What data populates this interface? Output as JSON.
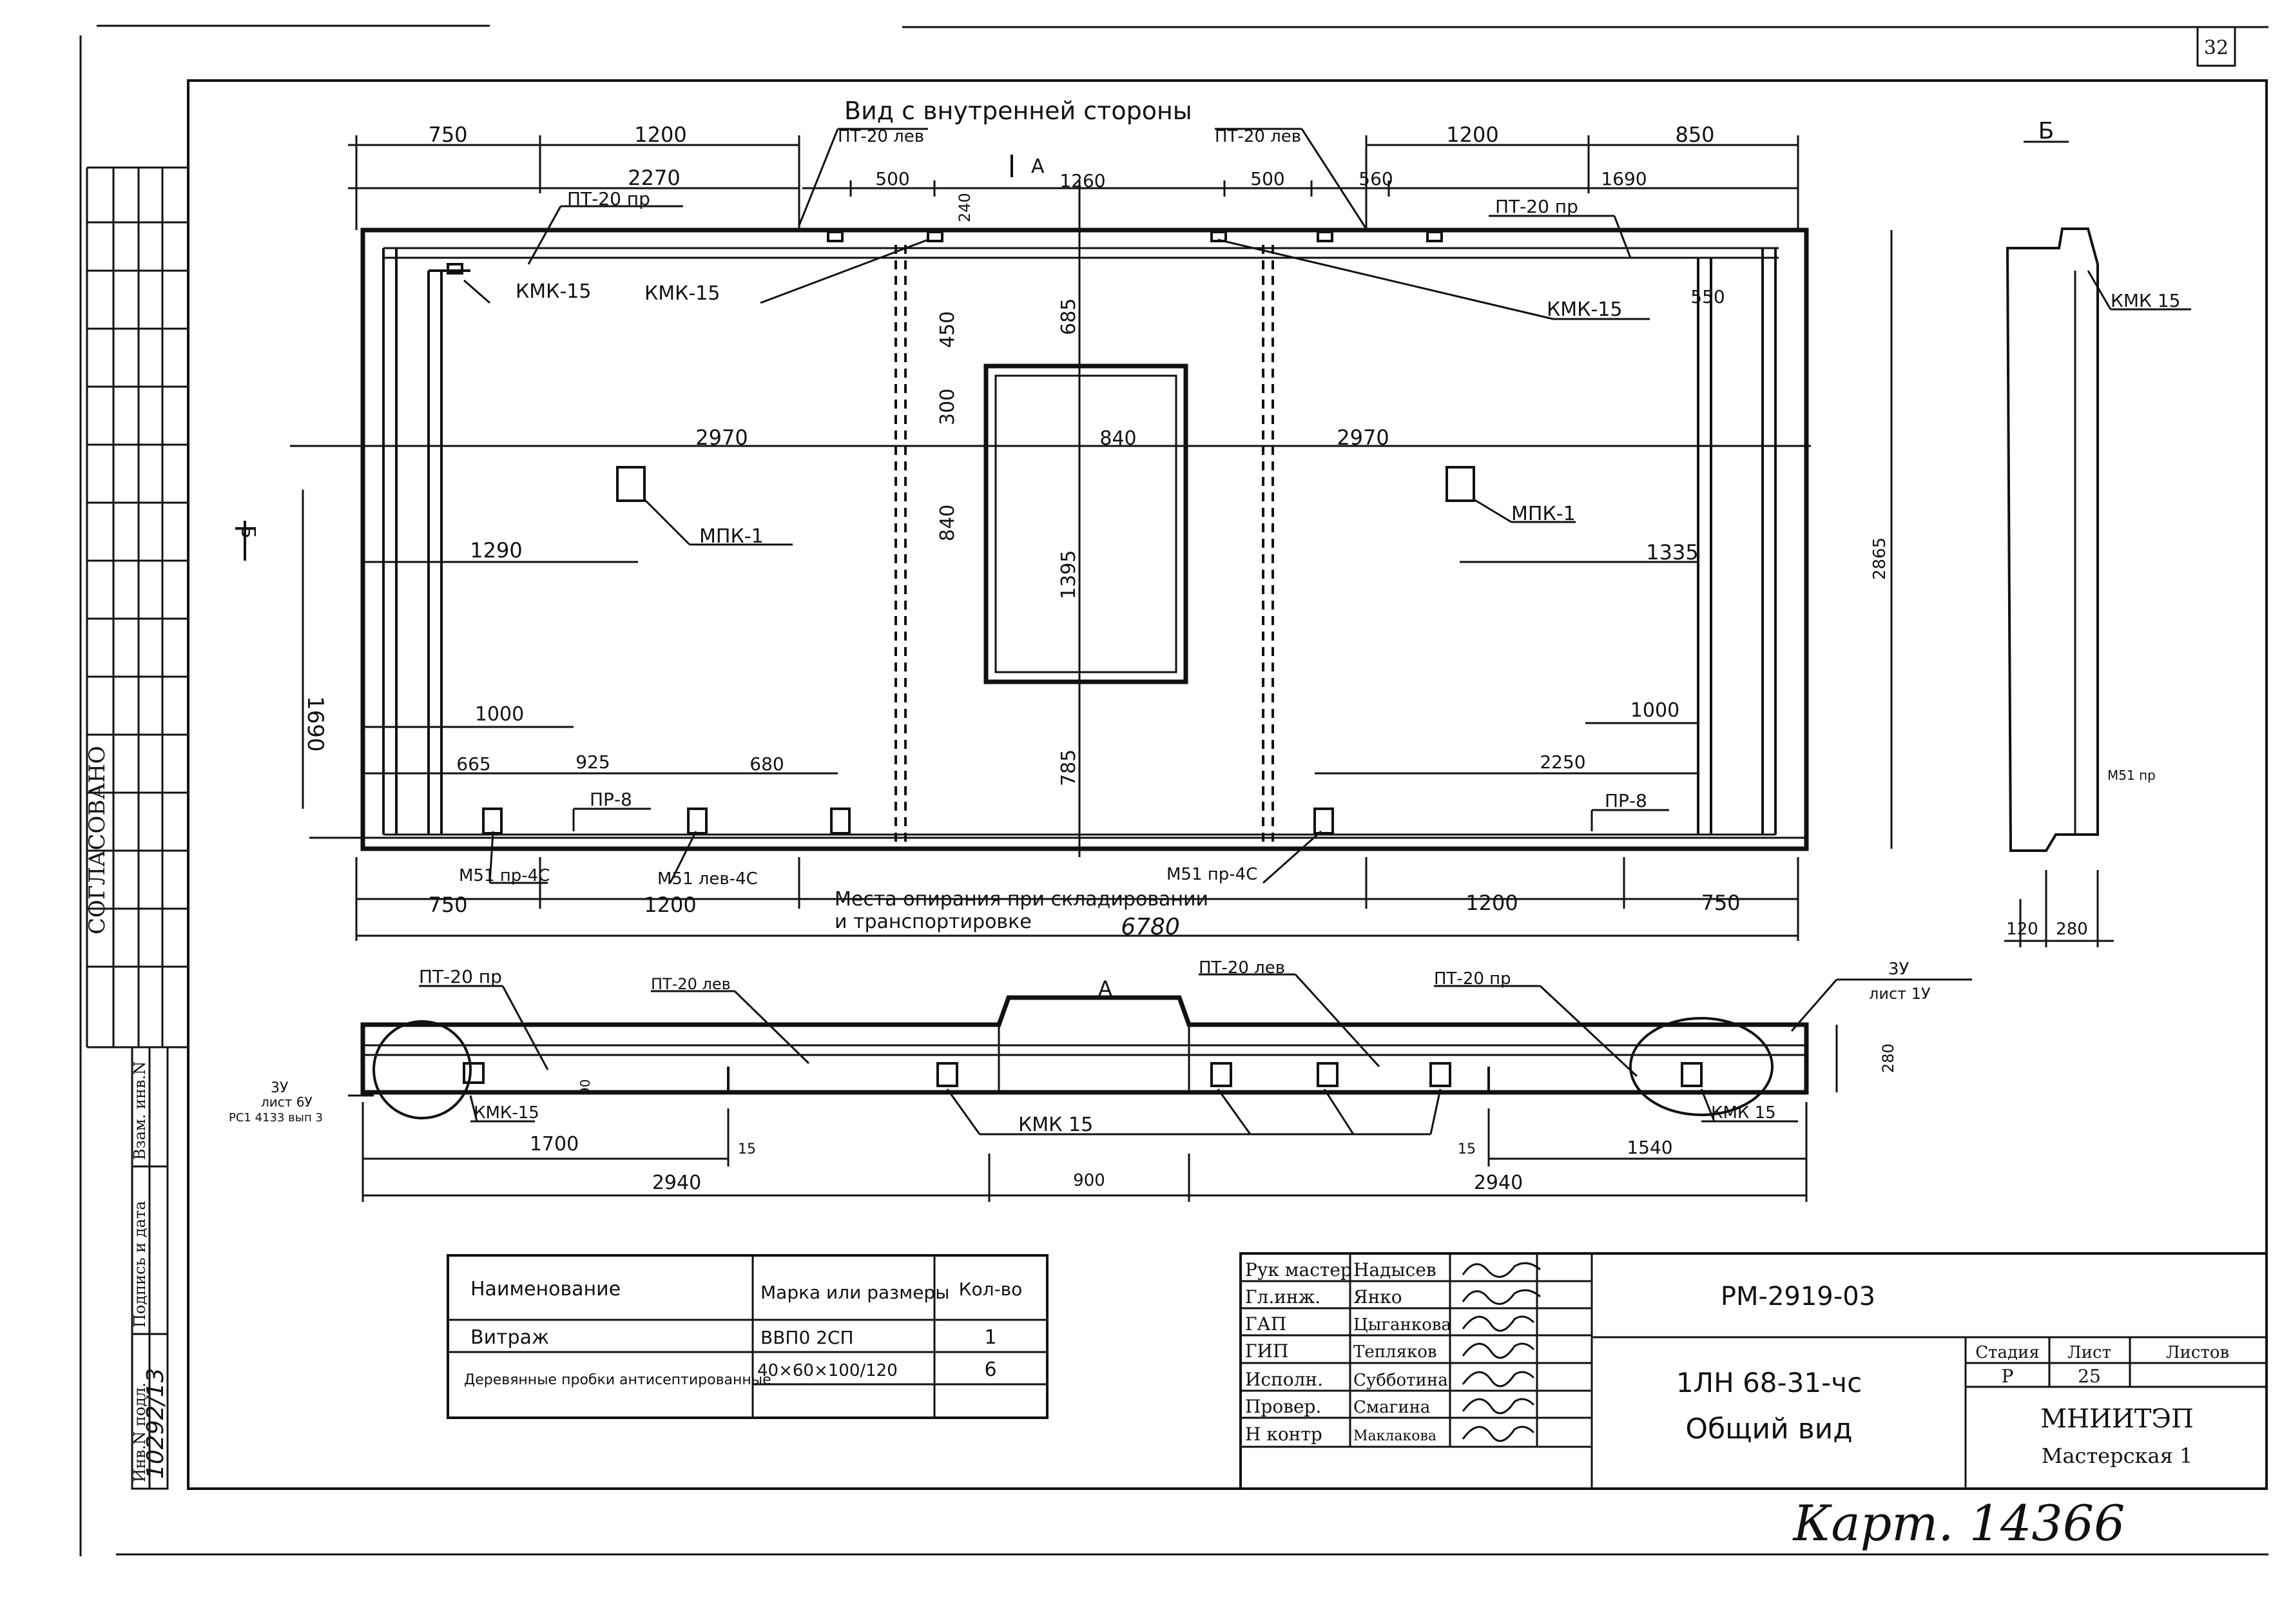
{
  "sheet": {
    "corner_number": "32",
    "agreed_label": "СОГЛАСОВАНО",
    "stamp_labels": [
      "Инв.N подл.",
      "Подпись и дата",
      "Взам. инв.N"
    ],
    "inv_number": "10292/13",
    "archive_number": "Карт. 14366"
  },
  "main_view": {
    "title": "Вид с внутренней стороны",
    "callouts": [
      "ПТ-20 лев",
      "ПТ-20 лев",
      "ПТ-20 пр",
      "ПТ-20 пр",
      "КМК-15",
      "КМК-15",
      "КМК-15",
      "МПК-1",
      "МПК-1",
      "ПР-8",
      "ПР-8",
      "М51 пр-4С",
      "М51 лев-4С",
      "М51 пр-4С"
    ],
    "support_note_1": "Места опирания при складировании",
    "support_note_2": "и транспортировке",
    "dims": [
      "750",
      "1200",
      "1200",
      "850",
      "2270",
      "500",
      "1260",
      "500",
      "560",
      "1690",
      "240",
      "450",
      "685",
      "300",
      "840",
      "1395",
      "785",
      "550",
      "2970",
      "840",
      "2970",
      "1290",
      "1335",
      "1690",
      "2865",
      "1000",
      "1000",
      "665",
      "925",
      "680",
      "2250",
      "750",
      "1200",
      "1200",
      "750",
      "6780"
    ],
    "cut_marks": [
      "А",
      "Б"
    ]
  },
  "side_view": {
    "title": "Б",
    "callouts": [
      "КМК 15",
      "М51 пр"
    ],
    "dims": [
      "120",
      "280"
    ]
  },
  "plan_view": {
    "cut_mark": "А",
    "callouts": [
      "ПТ-20 пр",
      "ПТ-20 лев",
      "ПТ-20 лев",
      "ПТ-20 пр",
      "КМК-15",
      "КМК 15",
      "КМК 15"
    ],
    "detail_left": [
      "3У",
      "лист 6У",
      "РС1 4133 вып 3"
    ],
    "detail_right": [
      "3У",
      "лист 1У"
    ],
    "dims": [
      "1700",
      "15",
      "15",
      "1540",
      "2940",
      "900",
      "2940",
      "280",
      "90"
    ]
  },
  "spec_table": {
    "headers": [
      "Наименование",
      "Марка или размеры",
      "Кол-во"
    ],
    "rows": [
      {
        "name": "Витраж",
        "mark": "ВВП0 2СП",
        "qty": "1"
      },
      {
        "name": "Деревянные пробки антисептированные",
        "mark": "40×60×100/120",
        "qty": "6"
      }
    ]
  },
  "title_block": {
    "roles": [
      {
        "role": "Рук мастер",
        "name": "Надысев"
      },
      {
        "role": "Гл.инж.",
        "name": "Янко"
      },
      {
        "role": "ГАП",
        "name": "Цыганкова"
      },
      {
        "role": "ГИП",
        "name": "Тепляков"
      },
      {
        "role": "Исполн.",
        "name": "Субботина"
      },
      {
        "role": "Провер.",
        "name": "Смагина"
      },
      {
        "role": "Н контр",
        "name": "Маклакова"
      }
    ],
    "code": "РМ-2919-03",
    "panel": "1ЛН 68-31-чс",
    "sheet_title": "Общий вид",
    "stage_header": "Стадия",
    "sheet_header": "Лист",
    "sheets_header": "Листов",
    "stage": "Р",
    "sheet_no": "25",
    "org": "МНИИТЭП",
    "workshop": "Мастерская 1"
  }
}
